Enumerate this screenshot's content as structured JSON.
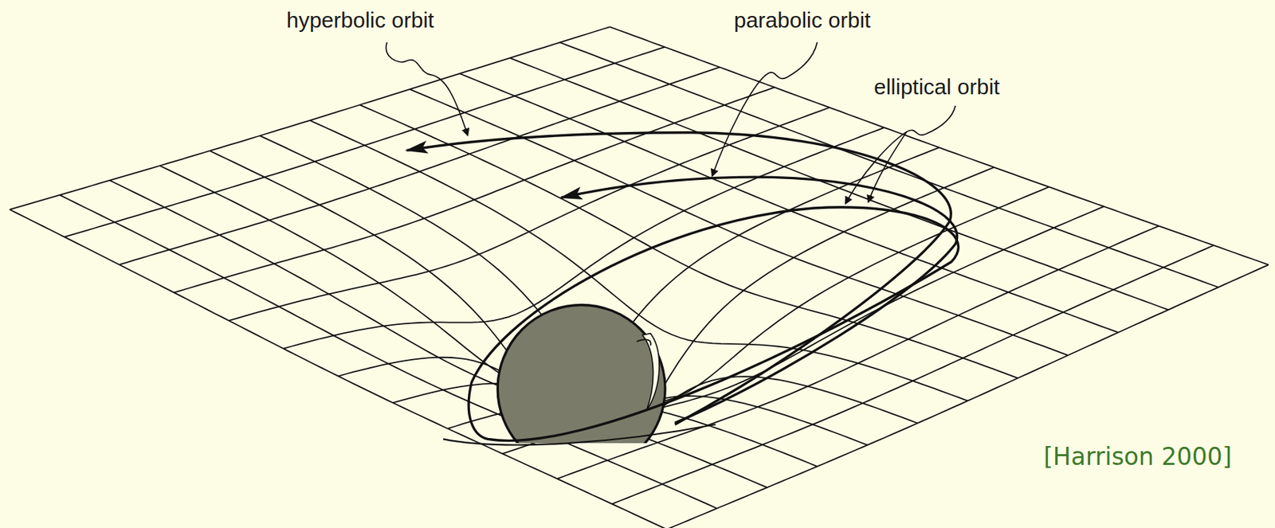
{
  "diagram": {
    "labels": [
      "hyperbolic orbit",
      "parabolic orbit",
      "elliptical orbit",
      "[Harrison 2000]"
    ]
  }
}
